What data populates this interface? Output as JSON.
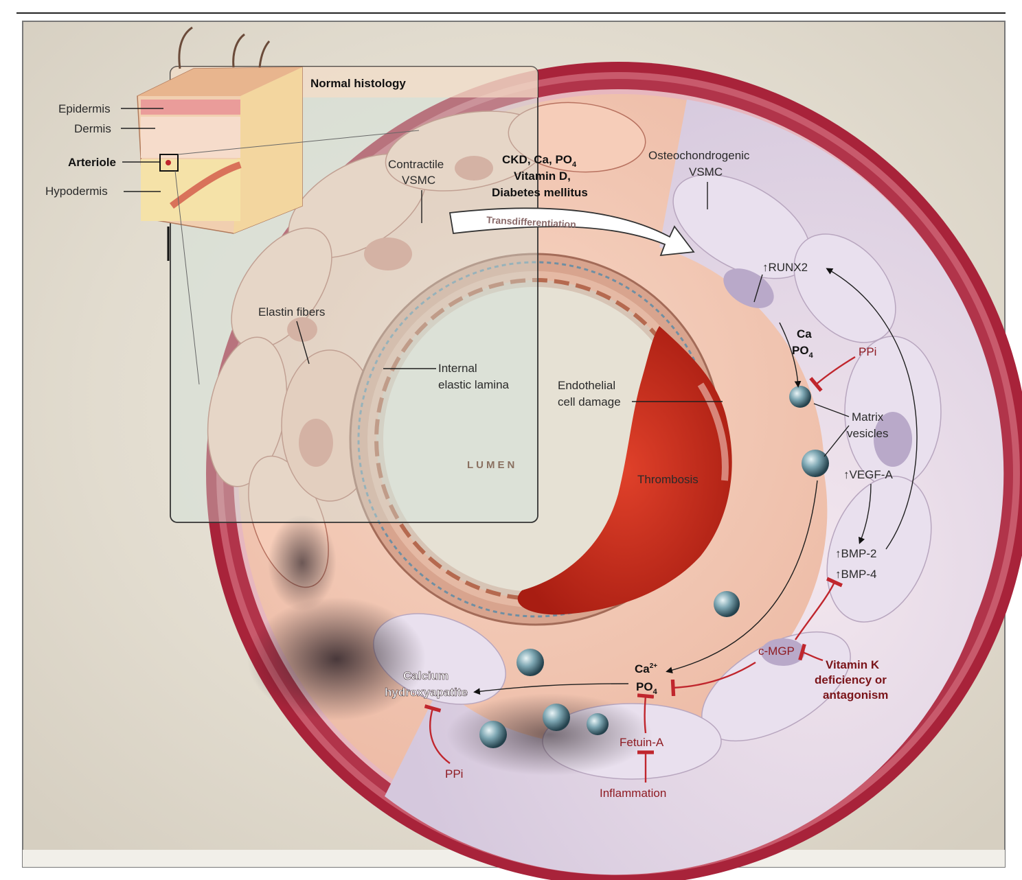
{
  "figure": {
    "inset_title": "Normal histology",
    "skin_labels": {
      "epidermis": "Epidermis",
      "dermis": "Dermis",
      "arteriole": "Arteriole",
      "hypodermis": "Hypodermis"
    },
    "vessel_labels": {
      "contractile_vsmc_1": "Contractile",
      "contractile_vsmc_2": "VSMC",
      "elastin": "Elastin fibers",
      "internal_1": "Internal",
      "internal_2": "elastic lamina",
      "lumen": "LUMEN",
      "endothelial_1": "Endothelial",
      "endothelial_2": "cell damage",
      "thrombosis": "Thrombosis",
      "osteo_1": "Osteochondrogenic",
      "osteo_2": "VSMC"
    },
    "drivers": {
      "line1": "CKD, Ca, PO",
      "line1_sub": "4",
      "line2": "Vitamin D,",
      "line3": "Diabetes mellitus"
    },
    "transdiff": "Transdifferentiation",
    "pathway": {
      "runx2": "↑RUNX2",
      "ca": "Ca",
      "po4": "PO",
      "po4_sub": "4",
      "ppi_top": "PPi",
      "matrix_1": "Matrix",
      "matrix_2": "vesicles",
      "vegfa": "↑VEGF-A",
      "bmp2": "↑BMP-2",
      "bmp4": "↑BMP-4",
      "cmgp": "c-MGP",
      "vitk_1": "Vitamin K",
      "vitk_2": "deficiency or",
      "vitk_3": "antagonism",
      "ca2": "Ca",
      "ca2_sup": "2+",
      "po4b": "PO",
      "po4b_sub": "4",
      "calcium_1": "Calcium",
      "calcium_2": "hydroxyapatite",
      "ppi_bottom": "PPi",
      "fetuin": "Fetuin-A",
      "inflammation": "Inflammation"
    },
    "colors": {
      "adventitia": "#a8233a",
      "media_pink": "#f2c3b0",
      "osteo_lilac": "#ddd3e8",
      "thrombus": "#c92c1c",
      "inhibitor_red": "#c0262d",
      "lumen_bg": "#e6e1d4"
    }
  }
}
